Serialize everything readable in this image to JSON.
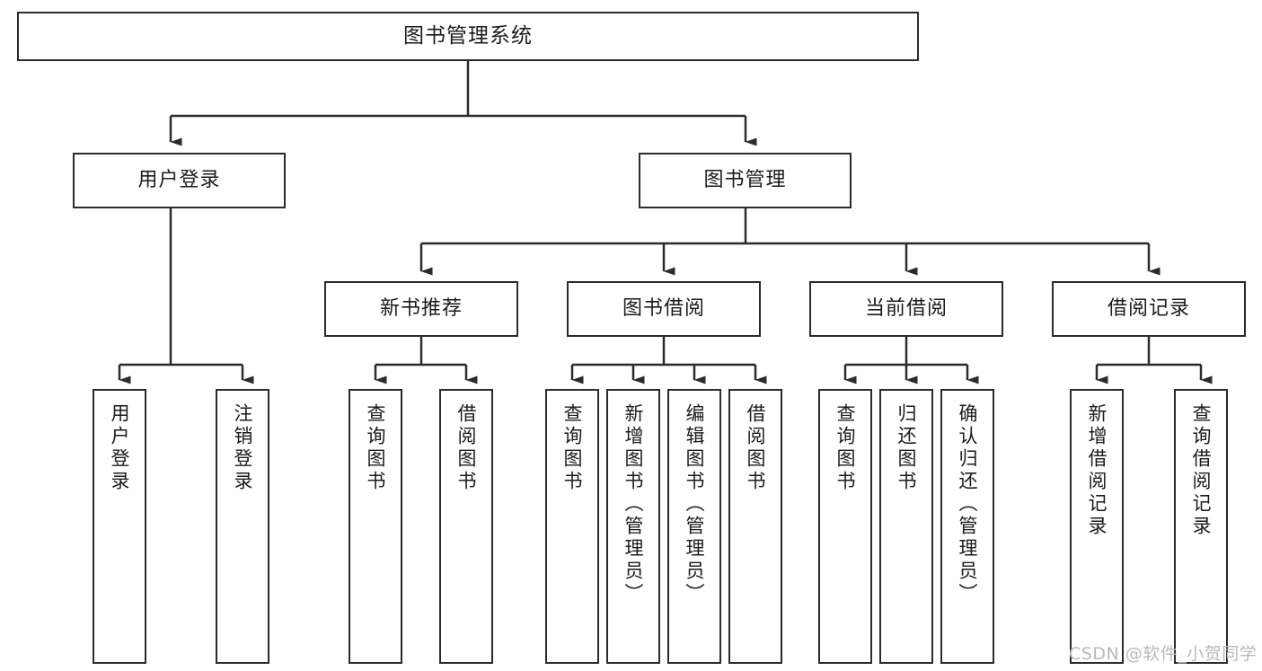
{
  "diagram": {
    "title": "图书管理系统",
    "watermark": "CSDN @软件_小贺同学",
    "colors": {
      "stroke": "#2b2b2b",
      "fill": "#ffffff",
      "text": "#1a1a1a",
      "watermark": "#b9b9b9"
    },
    "nodes": {
      "root": {
        "label": "图书管理系统"
      },
      "level2": [
        {
          "label": "用户登录"
        },
        {
          "label": "图书管理"
        }
      ],
      "level3": [
        {
          "label": "新书推荐"
        },
        {
          "label": "图书借阅"
        },
        {
          "label": "当前借阅"
        },
        {
          "label": "借阅记录"
        }
      ],
      "leaves": {
        "user_login": [
          {
            "label": "用户登录"
          },
          {
            "label": "注销登录"
          }
        ],
        "new_book_recommend": [
          {
            "label": "查询图书"
          },
          {
            "label": "借阅图书"
          }
        ],
        "book_borrow": [
          {
            "label": "查询图书"
          },
          {
            "label": "新增图书（管理员）"
          },
          {
            "label": "编辑图书（管理员）"
          },
          {
            "label": "借阅图书"
          }
        ],
        "current_borrow": [
          {
            "label": "查询图书"
          },
          {
            "label": "归还图书"
          },
          {
            "label": "确认归还（管理员）"
          }
        ],
        "borrow_record": [
          {
            "label": "新增借阅记录"
          },
          {
            "label": "查询借阅记录"
          }
        ]
      }
    }
  }
}
